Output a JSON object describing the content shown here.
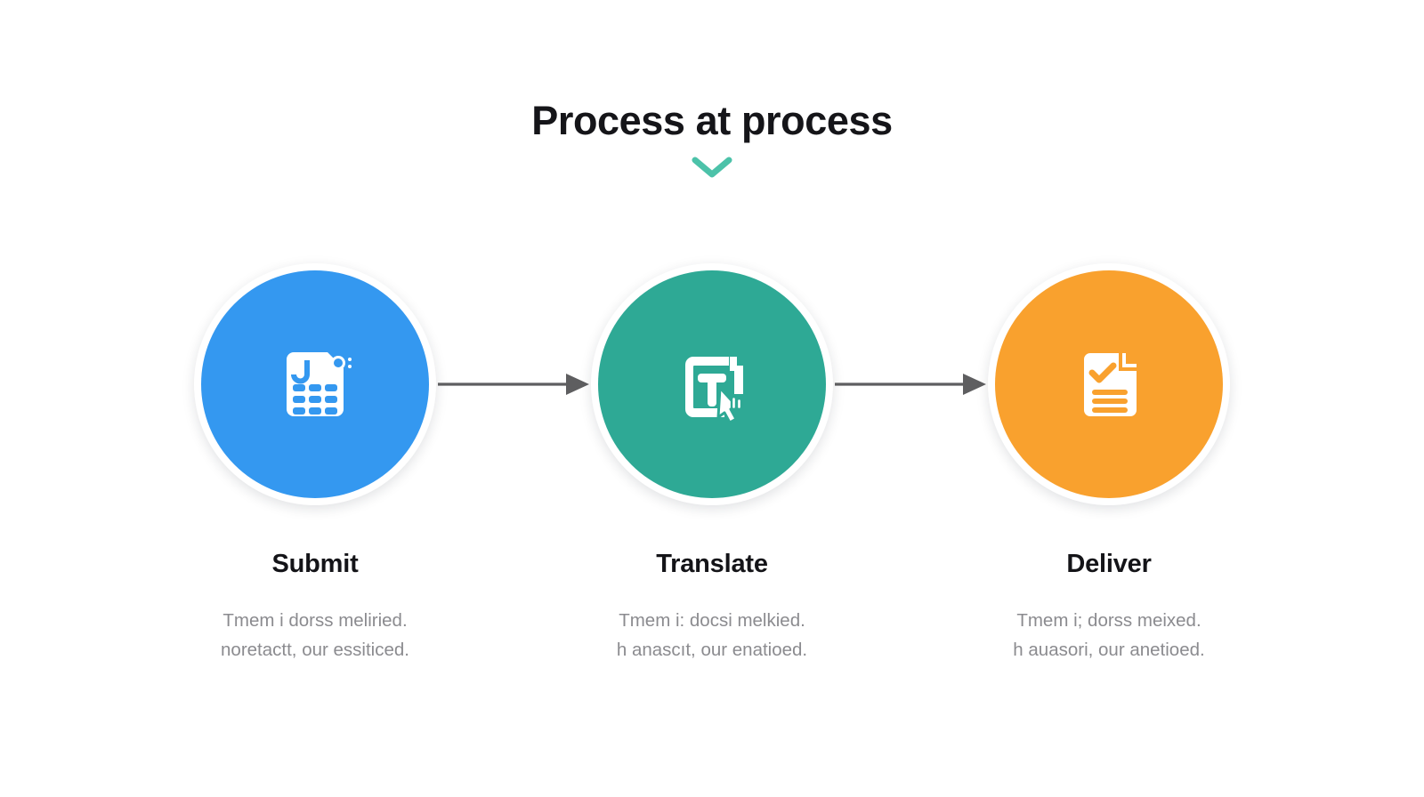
{
  "header": {
    "title": "Process at process",
    "chevron_icon": "chevron-down-icon",
    "chevron_color": "#4cc2a9"
  },
  "steps": [
    {
      "label": "Submit",
      "desc_line1": "Tmem i dorss meliried.",
      "desc_line2": "noretactt, our essiticed.",
      "icon": "form-document-icon",
      "color": "#3498f0"
    },
    {
      "label": "Translate",
      "desc_line1": "Tmem i: docsi melkied.",
      "desc_line2": "h anascıt, our enatioed.",
      "icon": "translate-cursor-icon",
      "color": "#2ea995"
    },
    {
      "label": "Deliver",
      "desc_line1": "Tmem i; dorss meixed.",
      "desc_line2": "h auasori, our anetioed.",
      "icon": "document-check-icon",
      "color": "#f9a12e"
    }
  ],
  "connectors": [
    {
      "icon": "arrow-right-icon",
      "color": "#5e5e60"
    },
    {
      "icon": "arrow-right-icon",
      "color": "#5e5e60"
    }
  ],
  "colors": {
    "background": "#ffffff",
    "title": "#151519",
    "body_text": "#8b8b8f",
    "accent_teal": "#4cc2a9",
    "step_blue": "#3498f0",
    "step_teal": "#2ea995",
    "step_orange": "#f9a12e",
    "arrow": "#5e5e60"
  }
}
